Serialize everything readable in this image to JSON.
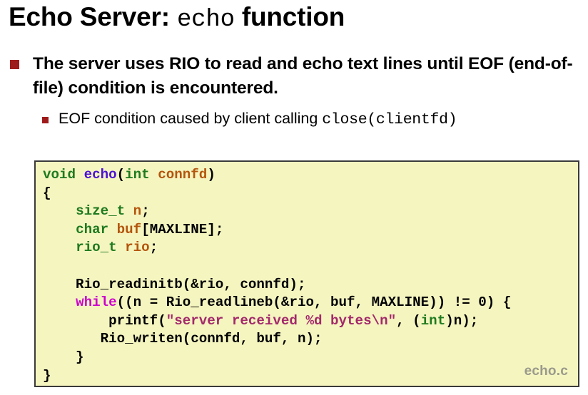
{
  "slide": {
    "title_prefix": "Echo Server: ",
    "title_mono": "echo",
    "title_suffix": " function",
    "bullets": [
      {
        "level": 1,
        "marker": "square-bullet",
        "text": "The server uses RIO to read and echo text lines until EOF (end-of-file) condition is encountered."
      },
      {
        "level": 2,
        "marker": "square-bullet",
        "text_prefix": "EOF condition caused by client calling ",
        "text_mono": "close(clientfd)"
      }
    ]
  },
  "code_box": {
    "file_label": "echo.c",
    "background": "#F5F5C0",
    "border_color": "#3A3A3A",
    "language": "c",
    "lines": [
      [
        {
          "t": "void",
          "c": "t-type"
        },
        {
          "t": " ",
          "c": "t-plain"
        },
        {
          "t": "echo",
          "c": "t-fname"
        },
        {
          "t": "(",
          "c": "t-plain"
        },
        {
          "t": "int",
          "c": "t-type"
        },
        {
          "t": " ",
          "c": "t-plain"
        },
        {
          "t": "connfd",
          "c": "t-var"
        },
        {
          "t": ")",
          "c": "t-plain"
        }
      ],
      [
        {
          "t": "{",
          "c": "t-plain"
        }
      ],
      [
        {
          "t": "    ",
          "c": "t-plain"
        },
        {
          "t": "size_t",
          "c": "t-type"
        },
        {
          "t": " ",
          "c": "t-plain"
        },
        {
          "t": "n",
          "c": "t-var"
        },
        {
          "t": ";",
          "c": "t-plain"
        }
      ],
      [
        {
          "t": "    ",
          "c": "t-plain"
        },
        {
          "t": "char",
          "c": "t-type"
        },
        {
          "t": " ",
          "c": "t-plain"
        },
        {
          "t": "buf",
          "c": "t-var"
        },
        {
          "t": "[MAXLINE];",
          "c": "t-plain"
        }
      ],
      [
        {
          "t": "    ",
          "c": "t-plain"
        },
        {
          "t": "rio_t",
          "c": "t-type"
        },
        {
          "t": " ",
          "c": "t-plain"
        },
        {
          "t": "rio",
          "c": "t-var"
        },
        {
          "t": ";",
          "c": "t-plain"
        }
      ],
      [
        {
          "t": "",
          "c": "t-plain"
        }
      ],
      [
        {
          "t": "    Rio_readinitb(&rio, connfd);",
          "c": "t-plain"
        }
      ],
      [
        {
          "t": "    ",
          "c": "t-plain"
        },
        {
          "t": "while",
          "c": "t-kw"
        },
        {
          "t": "((n = Rio_readlineb(&rio, buf, MAXLINE)) != 0) {",
          "c": "t-plain"
        }
      ],
      [
        {
          "t": "        printf(",
          "c": "t-plain"
        },
        {
          "t": "\"server received %d bytes\\n\"",
          "c": "t-str"
        },
        {
          "t": ", (",
          "c": "t-plain"
        },
        {
          "t": "int",
          "c": "t-type"
        },
        {
          "t": ")n);",
          "c": "t-plain"
        }
      ],
      [
        {
          "t": "       Rio_writen(connfd, buf, n);",
          "c": "t-plain"
        }
      ],
      [
        {
          "t": "    }",
          "c": "t-plain"
        }
      ],
      [
        {
          "t": "}",
          "c": "t-plain"
        }
      ]
    ]
  }
}
